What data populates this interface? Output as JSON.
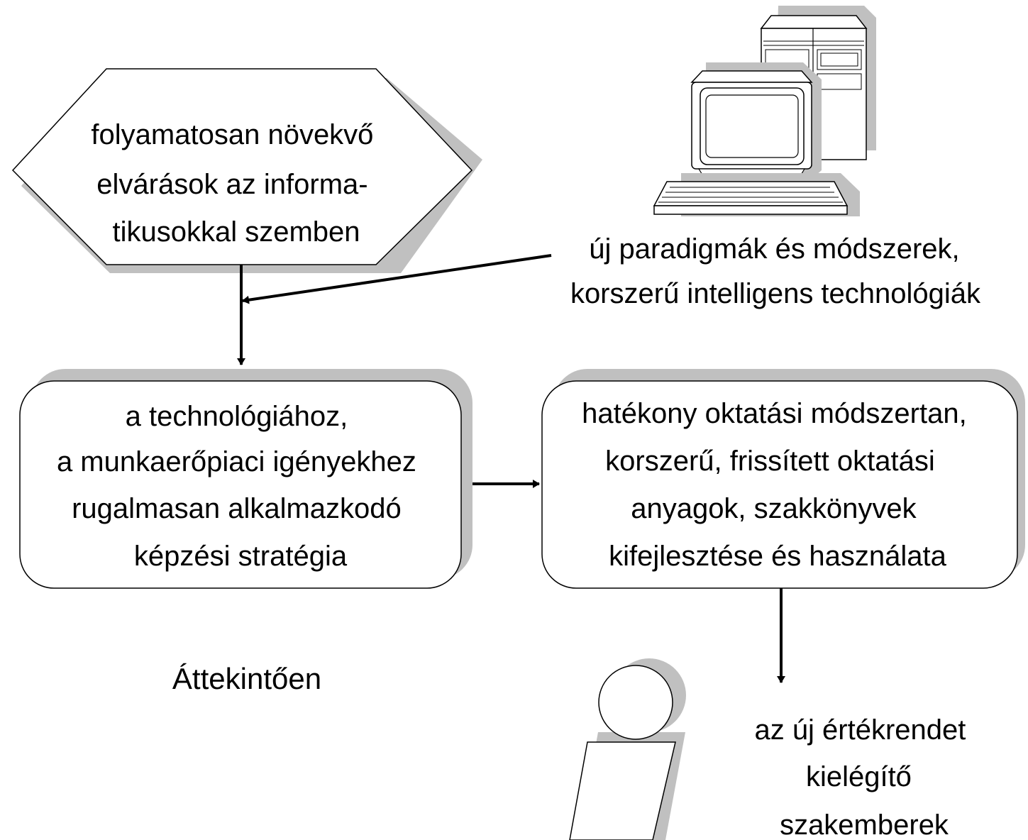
{
  "diagram": {
    "hexagon": {
      "lines": [
        "folyamatosan növekvő",
        "elvárások az informa-",
        "tikusokkal szemben"
      ]
    },
    "computer": {
      "lines": [
        "új paradigmák és módszerek,",
        "korszerű intelligens technológiák"
      ]
    },
    "strategy_box": {
      "lines": [
        "a technológiához,",
        "a munkaerőpiaci igényekhez",
        "rugalmasan alkalmazkodó",
        "képzési stratégia"
      ]
    },
    "method_box": {
      "lines": [
        "hatékony oktatási módszertan,",
        "korszerű, frissített oktatási",
        "anyagok, szakkönyvek",
        "kifejlesztése és használata"
      ]
    },
    "result": {
      "lines": [
        "az új értékrendet",
        "kielégítő",
        "szakemberek"
      ]
    },
    "summary": {
      "text": "Áttekintően",
      "color": "#1a1ae6"
    },
    "colors": {
      "line": "#000000",
      "shadow": "#c0c0c0",
      "fill": "#ffffff"
    }
  }
}
